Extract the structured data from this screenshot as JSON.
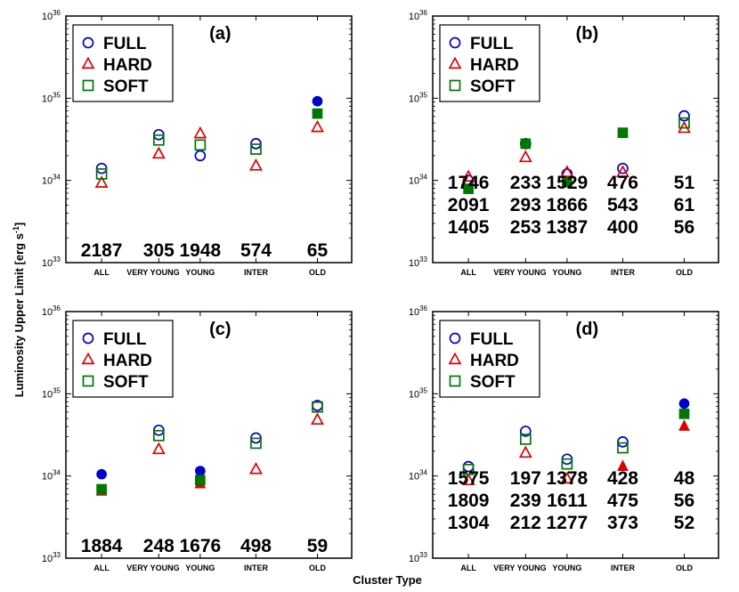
{
  "figure": {
    "ylabel": "Luminosity Upper Limit [erg s",
    "ylabel_sup": "-1",
    "ylabel_end": "]",
    "xlabel": "Cluster Type"
  },
  "chart_data": [
    {
      "type": "scatter",
      "panel_label": "(a)",
      "categories": [
        "ALL",
        "VERY YOUNG",
        "YOUNG",
        "INTER",
        "OLD"
      ],
      "yscale": "log",
      "ylim": [
        1e+33,
        1e+36
      ],
      "yticks": [
        "10^33",
        "10^34",
        "10^35",
        "10^36"
      ],
      "legend": {
        "position": "top-left",
        "entries": [
          "FULL",
          "HARD",
          "SOFT"
        ]
      },
      "series": [
        {
          "name": "FULL",
          "color": "#0000cc",
          "marker": "circle",
          "values": [
            1.4e+34,
            3.6e+34,
            2e+34,
            2.8e+34,
            9.2e+34
          ],
          "filled": [
            false,
            false,
            false,
            false,
            true
          ]
        },
        {
          "name": "HARD",
          "color": "#dd0000",
          "marker": "triangle",
          "values": [
            9.3e+33,
            2.1e+34,
            3.7e+34,
            1.5e+34,
            4.4e+34
          ],
          "filled": [
            false,
            false,
            false,
            false,
            false
          ]
        },
        {
          "name": "SOFT",
          "color": "#007700",
          "marker": "square",
          "values": [
            1.2e+34,
            3.1e+34,
            2.7e+34,
            2.4e+34,
            6.5e+34
          ],
          "filled": [
            false,
            false,
            false,
            false,
            true
          ]
        }
      ],
      "counts": [
        [
          "2187",
          "305",
          "1948",
          "574",
          "65"
        ]
      ]
    },
    {
      "type": "scatter",
      "panel_label": "(b)",
      "categories": [
        "ALL",
        "VERY YOUNG",
        "YOUNG",
        "INTER",
        "OLD"
      ],
      "yscale": "log",
      "ylim": [
        1e+33,
        1e+36
      ],
      "yticks": [
        "10^33",
        "10^34",
        "10^35",
        "10^36"
      ],
      "legend": {
        "position": "top-left",
        "entries": [
          "FULL",
          "HARD",
          "SOFT"
        ]
      },
      "series": [
        {
          "name": "FULL",
          "color": "#0000cc",
          "marker": "circle",
          "values": [
            1e+34,
            2.8e+34,
            1.2e+34,
            1.4e+34,
            6.1e+34
          ],
          "filled": [
            false,
            false,
            false,
            false,
            false
          ]
        },
        {
          "name": "HARD",
          "color": "#dd0000",
          "marker": "triangle",
          "values": [
            1.1e+34,
            1.9e+34,
            1.25e+34,
            1.25e+34,
            4.3e+34
          ],
          "filled": [
            false,
            false,
            false,
            false,
            false
          ]
        },
        {
          "name": "SOFT",
          "color": "#007700",
          "marker": "square",
          "values": [
            7.9e+33,
            2.8e+34,
            9.5e+33,
            3.8e+34,
            5e+34
          ],
          "filled": [
            true,
            true,
            true,
            true,
            false
          ]
        }
      ],
      "counts": [
        [
          "1746",
          "233",
          "1529",
          "476",
          "51"
        ],
        [
          "2091",
          "293",
          "1866",
          "543",
          "61"
        ],
        [
          "1405",
          "253",
          "1387",
          "400",
          "56"
        ]
      ]
    },
    {
      "type": "scatter",
      "panel_label": "(c)",
      "categories": [
        "ALL",
        "VERY YOUNG",
        "YOUNG",
        "INTER",
        "OLD"
      ],
      "yscale": "log",
      "ylim": [
        1e+33,
        1e+36
      ],
      "yticks": [
        "10^33",
        "10^34",
        "10^35",
        "10^36"
      ],
      "legend": {
        "position": "top-left",
        "entries": [
          "FULL",
          "HARD",
          "SOFT"
        ]
      },
      "series": [
        {
          "name": "FULL",
          "color": "#0000cc",
          "marker": "circle",
          "values": [
            1.05e+34,
            3.6e+34,
            1.15e+34,
            2.9e+34,
            7.2e+34
          ],
          "filled": [
            true,
            false,
            true,
            false,
            false
          ]
        },
        {
          "name": "HARD",
          "color": "#dd0000",
          "marker": "triangle",
          "values": [
            6.5e+33,
            2.1e+34,
            8e+33,
            1.2e+34,
            4.8e+34
          ],
          "filled": [
            true,
            false,
            true,
            false,
            false
          ]
        },
        {
          "name": "SOFT",
          "color": "#007700",
          "marker": "square",
          "values": [
            6.9e+33,
            3.1e+34,
            8.9e+33,
            2.5e+34,
            6.9e+34
          ],
          "filled": [
            true,
            false,
            true,
            false,
            false
          ]
        }
      ],
      "counts": [
        [
          "1884",
          "248",
          "1676",
          "498",
          "59"
        ]
      ]
    },
    {
      "type": "scatter",
      "panel_label": "(d)",
      "categories": [
        "ALL",
        "VERY YOUNG",
        "YOUNG",
        "INTER",
        "OLD"
      ],
      "yscale": "log",
      "ylim": [
        1e+33,
        1e+36
      ],
      "yticks": [
        "10^33",
        "10^34",
        "10^35",
        "10^36"
      ],
      "legend": {
        "position": "top-left",
        "entries": [
          "FULL",
          "HARD",
          "SOFT"
        ]
      },
      "series": [
        {
          "name": "FULL",
          "color": "#0000cc",
          "marker": "circle",
          "values": [
            1.3e+34,
            3.5e+34,
            1.6e+34,
            2.6e+34,
            7.6e+34
          ],
          "filled": [
            false,
            false,
            false,
            false,
            true
          ]
        },
        {
          "name": "HARD",
          "color": "#dd0000",
          "marker": "triangle",
          "values": [
            8.8e+33,
            1.9e+34,
            9.2e+33,
            1.3e+34,
            4e+34
          ],
          "filled": [
            false,
            false,
            false,
            true,
            true
          ]
        },
        {
          "name": "SOFT",
          "color": "#007700",
          "marker": "square",
          "values": [
            1.2e+34,
            2.8e+34,
            1.4e+34,
            2.2e+34,
            5.7e+34
          ],
          "filled": [
            false,
            false,
            false,
            false,
            true
          ]
        }
      ],
      "counts": [
        [
          "1575",
          "197",
          "1378",
          "428",
          "48"
        ],
        [
          "1809",
          "239",
          "1611",
          "475",
          "56"
        ],
        [
          "1304",
          "212",
          "1277",
          "373",
          "52"
        ]
      ]
    }
  ]
}
